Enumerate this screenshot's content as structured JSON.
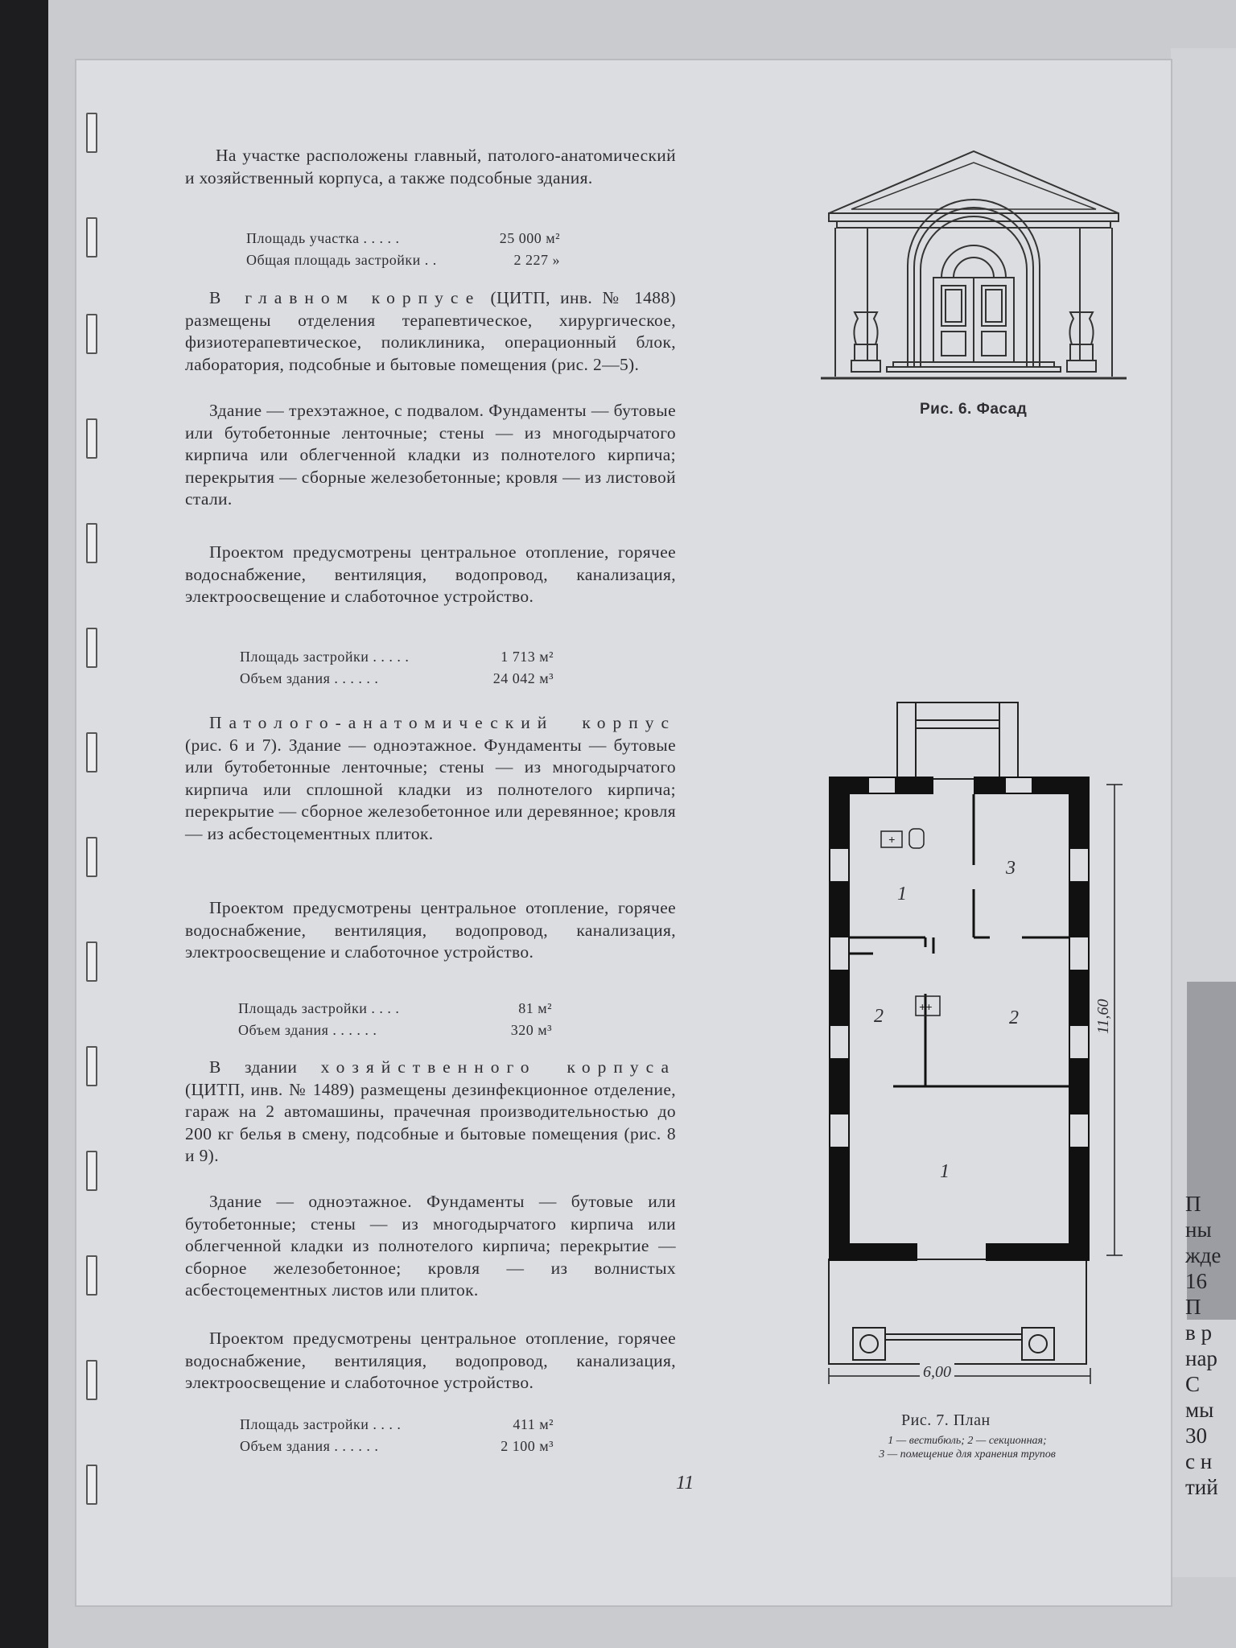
{
  "page": {
    "paragraph_1": "На участке расположены главный, патолого-анатомический и хозяйственный корпуса, а также подсобные здания.",
    "site_stats": [
      {
        "label": "Площадь участка . . . . .",
        "value": "25 000 м²"
      },
      {
        "label": "Общая площадь застройки . .",
        "value": "2 227 »"
      }
    ],
    "main_heading": "В главном корпусе",
    "paragraph_2_rest": "(ЦИТП, инв. № 1488) размещены отделения терапевтическое, хирургическое, физиотерапевтическое, поликлиника, операционный блок, лаборатория, подсобные и бытовые помещения (рис. 2—5).",
    "paragraph_3": "Здание — трехэтажное, с подвалом. Фундаменты — бутовые или бутобетонные ленточные; стены — из многодырчатого кирпича или облегченной кладки из полнотелого кирпича; перекрытия — сборные железобетонные; кровля — из листовой стали.",
    "paragraph_4": "Проектом предусмотрены центральное отопление, горячее водоснабжение, вентиляция, водопровод, канализация, электроосвещение и слаботочное устройство.",
    "main_stats": [
      {
        "label": "Площадь застройки . . . . .",
        "value": "1 713 м²"
      },
      {
        "label": "Объем здания . . . . . .",
        "value": "24 042 м³"
      }
    ],
    "patho_heading": "Патолого-анатомический корпус",
    "paragraph_5_rest": "(рис. 6 и 7). Здание — одноэтажное. Фундаменты — бутовые или бутобетонные ленточные; стены — из многодырчатого кирпича или сплошной кладки из полнотелого кирпича; перекрытие — сборное железобетонное или деревянное; кровля — из асбестоцементных плиток.",
    "paragraph_6": "Проектом предусмотрены центральное отопление, горячее водоснабжение, вентиляция, водопровод, канализация, электроосвещение и слаботочное устройство.",
    "patho_stats": [
      {
        "label": "Площадь застройки . . . .",
        "value": "81 м²"
      },
      {
        "label": "Объем здания . . . . . .",
        "value": "320 м³"
      }
    ],
    "paragraph_7_start": "В здании",
    "household_heading": "хозяйственного корпуса",
    "paragraph_7_rest": "(ЦИТП, инв. № 1489) размещены дезинфекционное отделение, гараж на 2 автомашины, прачечная производительностью до 200 кг белья в смену, подсобные и бытовые помещения (рис. 8 и 9).",
    "paragraph_8": "Здание — одноэтажное. Фундаменты — бутовые или бутобетонные; стены — из многодырчатого кирпича или облегченной кладки из полнотелого кирпича; перекрытие — сборное железобетонное; кровля — из волнистых асбестоцементных листов или плиток.",
    "paragraph_9": "Проектом предусмотрены центральное отопление, горячее водоснабжение, вентиляция, водопровод, канализация, электроосвещение и слаботочное устройство.",
    "household_stats": [
      {
        "label": "Площадь застройки . . . .",
        "value": "411 м²"
      },
      {
        "label": "Объем здания . . . . . .",
        "value": "2 100 м³"
      }
    ],
    "page_number": "11"
  },
  "figure_6": {
    "caption": "Рис. 6. Фасад"
  },
  "figure_7": {
    "caption": "Рис. 7. План",
    "legend_line_1": "1 — вестибюль; 2 — секционная;",
    "legend_line_2": "3 — помещение для хранения трупов",
    "dim_height": "11,60",
    "dim_width": "6,00",
    "room_labels": [
      "1",
      "3",
      "2",
      "2",
      "1"
    ]
  },
  "next_page_fragments": [
    "П",
    "ны",
    "жде",
    "16",
    "П",
    "в р",
    "нар",
    "С",
    "мы",
    "30",
    "с н",
    "тий"
  ]
}
